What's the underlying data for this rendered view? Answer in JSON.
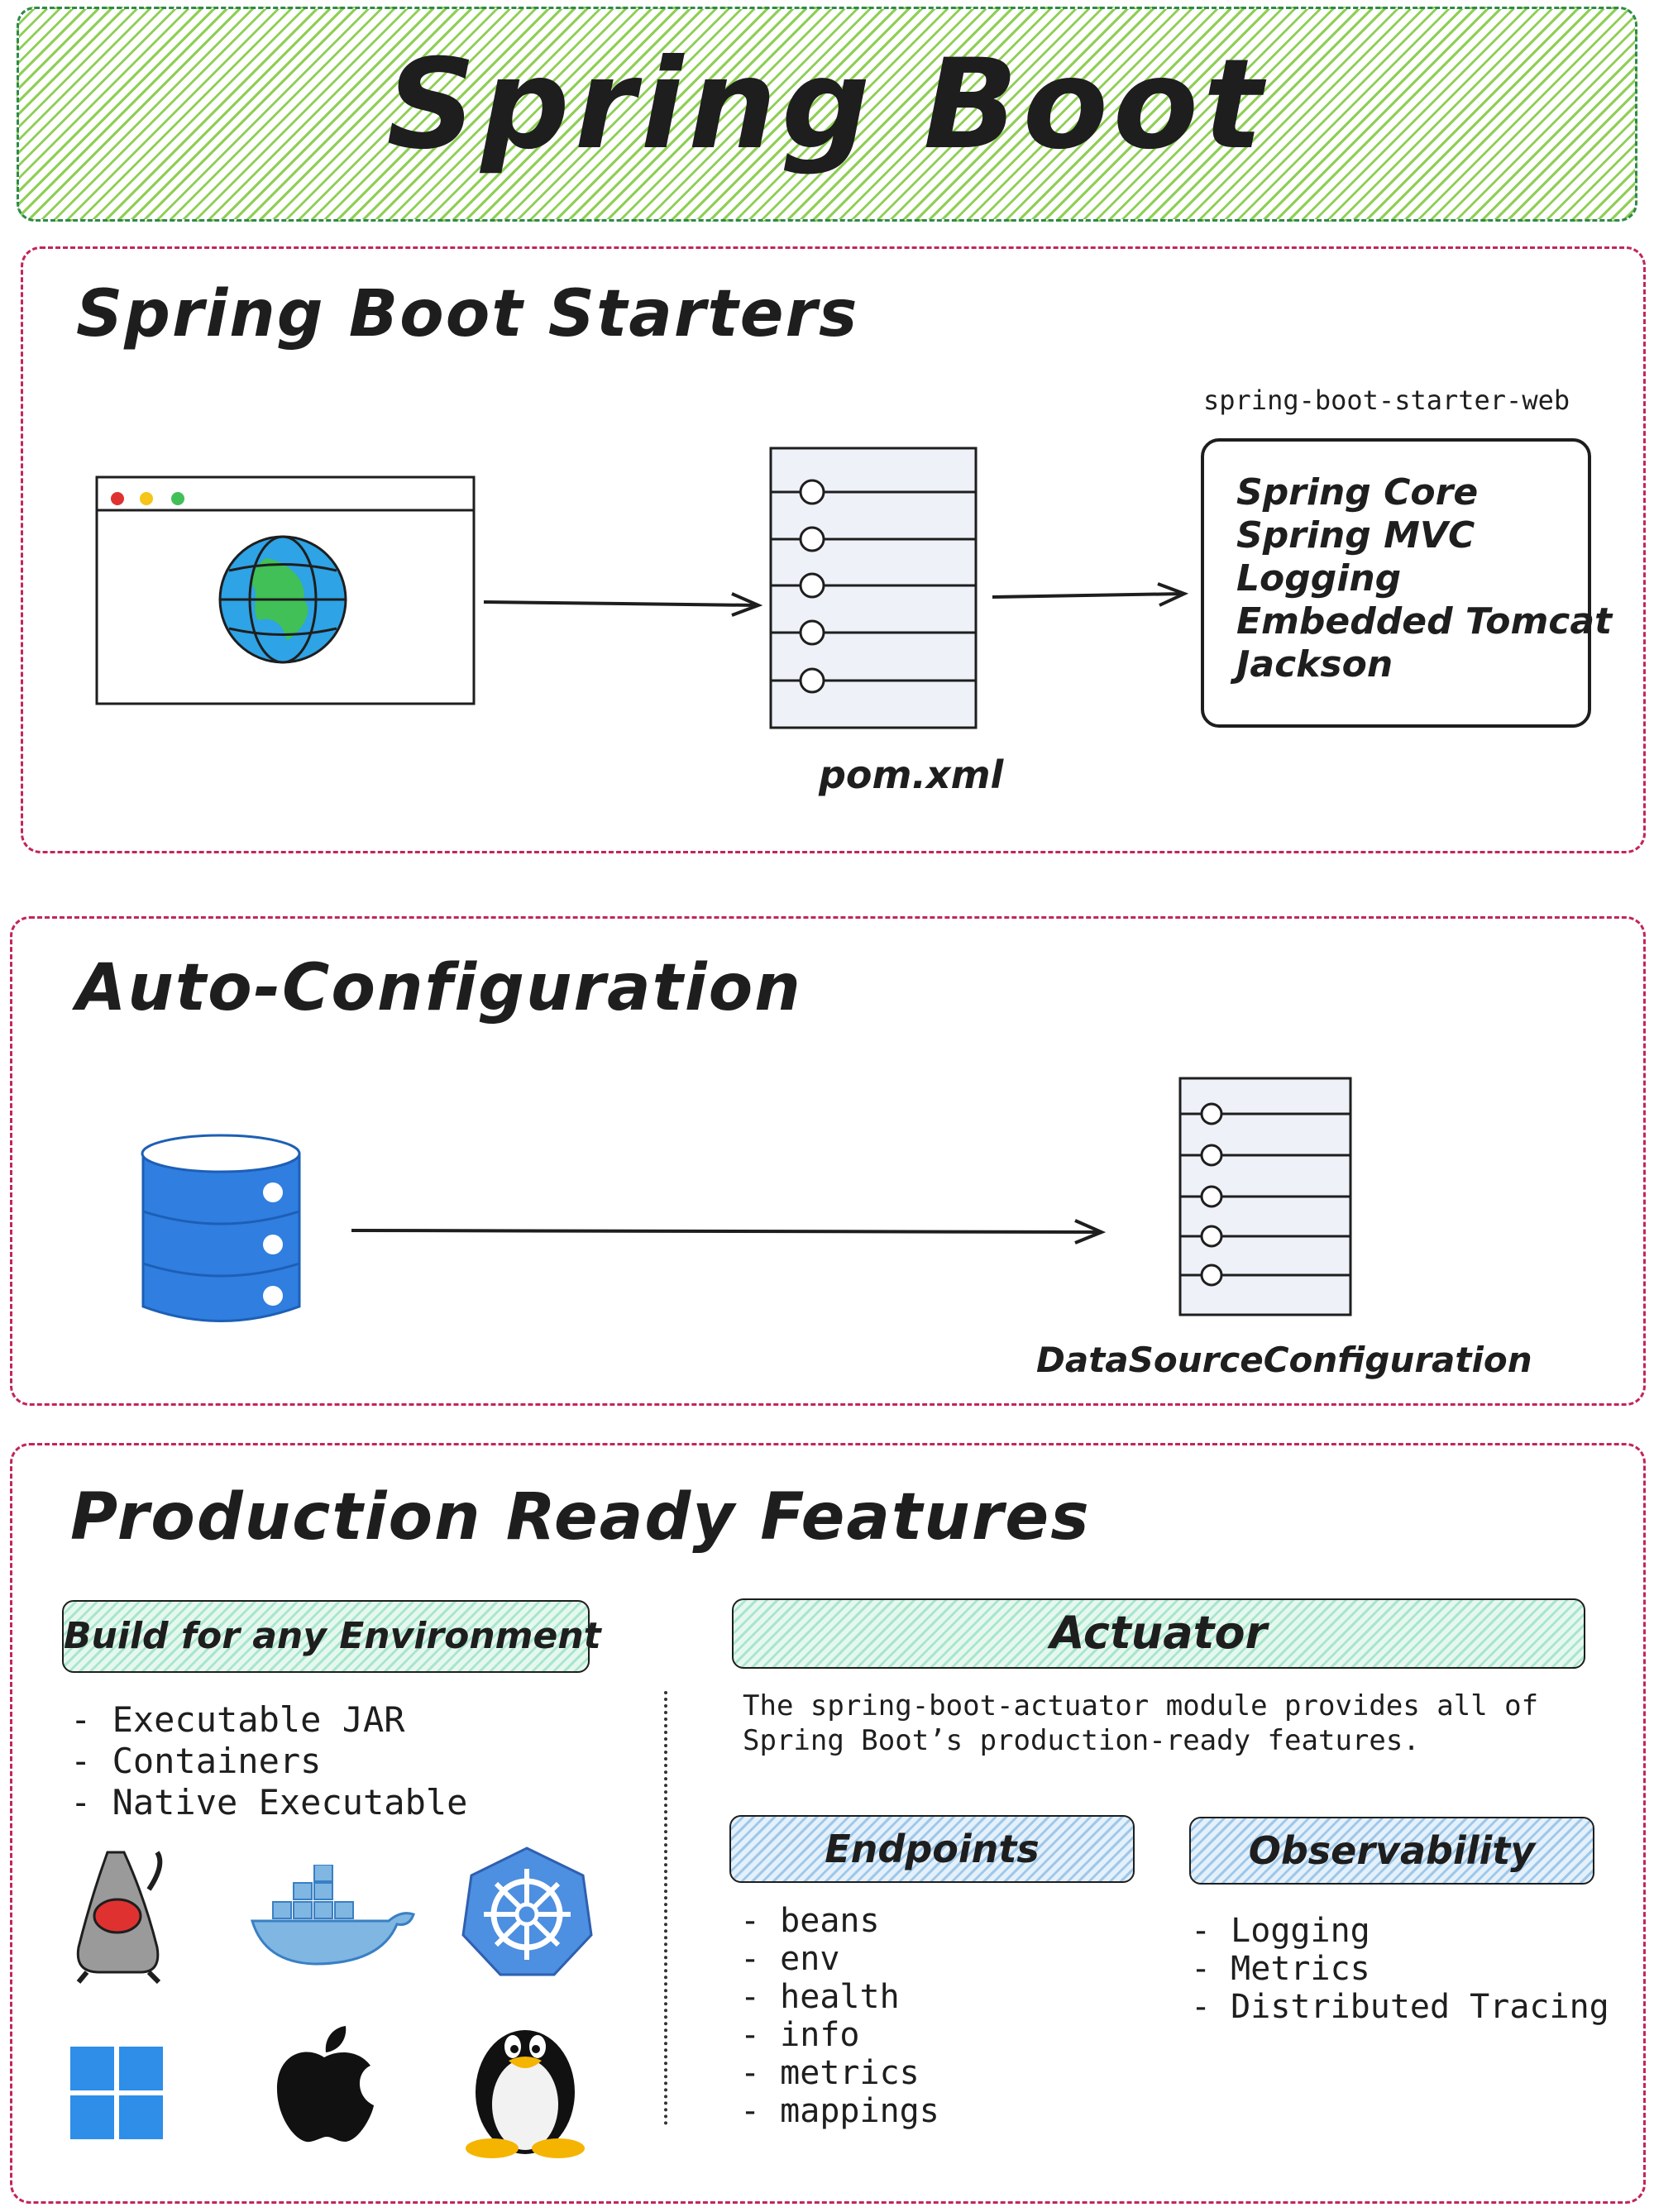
{
  "header": {
    "title": "Spring Boot"
  },
  "starters": {
    "title": "Spring Boot Starters",
    "file_label": "pom.xml",
    "box_title": "spring-boot-starter-web",
    "items": [
      "Spring Core",
      "Spring MVC",
      "Logging",
      "Embedded Tomcat",
      "Jackson"
    ]
  },
  "autoconfig": {
    "title": "Auto-Configuration",
    "file_label": "DataSourceConfiguration"
  },
  "production": {
    "title": "Production Ready Features",
    "build": {
      "title": "Build for any Environment",
      "items": [
        "Executable JAR",
        "Containers",
        "Native Executable"
      ],
      "icons": [
        "duke-java-icon",
        "docker-icon",
        "kubernetes-icon",
        "windows-icon",
        "apple-icon",
        "linux-tux-icon"
      ]
    },
    "actuator": {
      "title": "Actuator",
      "description": [
        "The spring-boot-actuator module provides all of",
        "Spring Boot’s production-ready features."
      ],
      "endpoints": {
        "title": "Endpoints",
        "items": [
          "beans",
          "env",
          "health",
          "info",
          "metrics",
          "mappings"
        ]
      },
      "observability": {
        "title": "Observability",
        "items": [
          "Logging",
          "Metrics",
          "Distributed Tracing"
        ]
      }
    }
  },
  "colors": {
    "header_hatch": "#8fcf55",
    "section_border": "#c2255c",
    "pill_green": "#a8e6cf",
    "pill_blue": "#9fc8ea"
  }
}
